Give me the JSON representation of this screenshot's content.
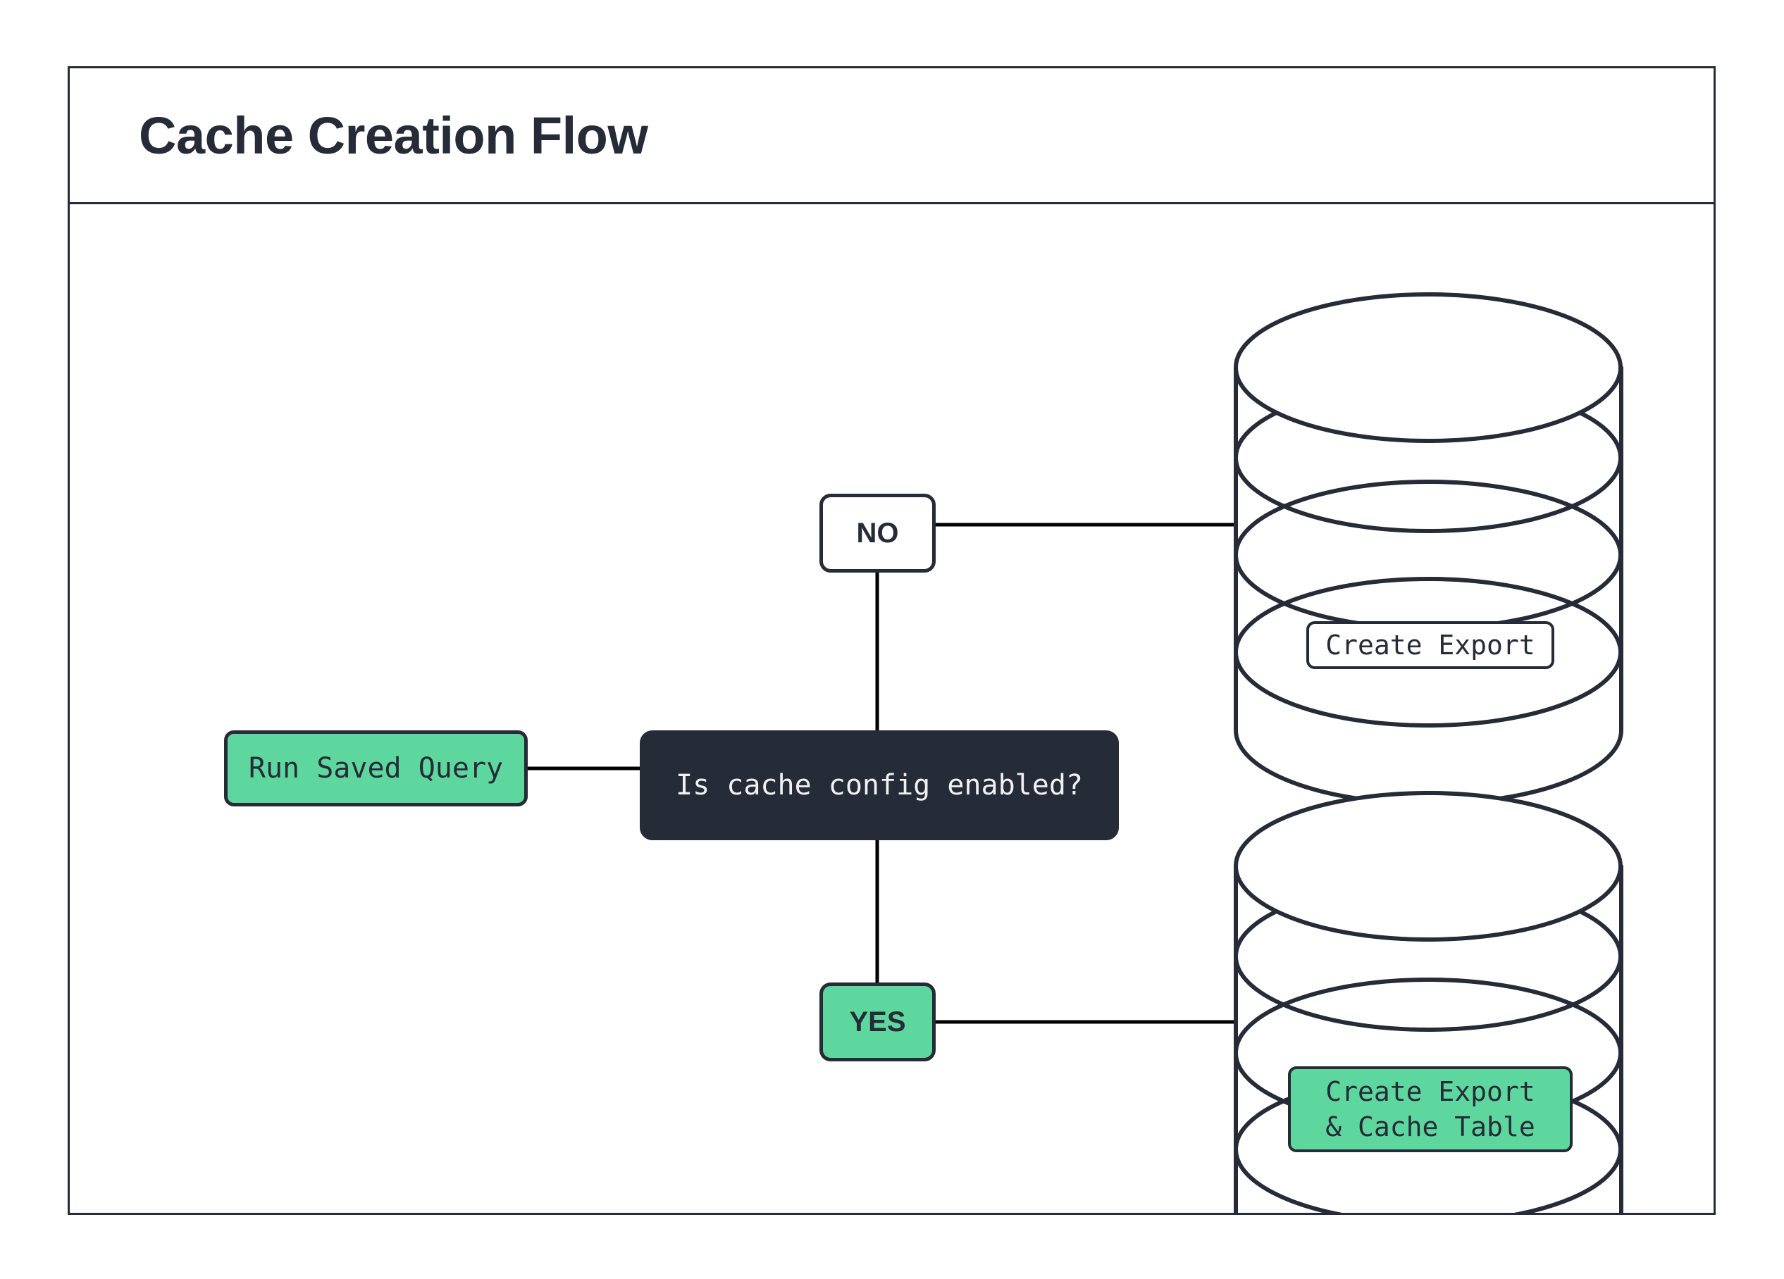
{
  "frame": {
    "title": "Cache Creation Flow"
  },
  "colors": {
    "ink": "#262b38",
    "green": "#5ed79f",
    "white": "#ffffff",
    "dark_fill": "#262b38",
    "dark_text": "#f0f1f4"
  },
  "nodes": {
    "run_saved_query": "Run Saved Query",
    "decision": "Is cache config enabled?",
    "no_label": "NO",
    "yes_label": "YES",
    "create_export": "Create Export",
    "create_export_cache_table": "Create Export\n& Cache Table"
  },
  "shapes": {
    "database_top_name": "database-cylinder-export",
    "database_bottom_name": "database-cylinder-export-cache"
  },
  "edges": [
    {
      "from": "run_saved_query",
      "to": "decision",
      "label": ""
    },
    {
      "from": "decision",
      "to": "no_label",
      "label": ""
    },
    {
      "from": "no_label",
      "to": "create_export",
      "label": ""
    },
    {
      "from": "decision",
      "to": "yes_label",
      "label": ""
    },
    {
      "from": "yes_label",
      "to": "create_export_cache_table",
      "label": ""
    }
  ]
}
